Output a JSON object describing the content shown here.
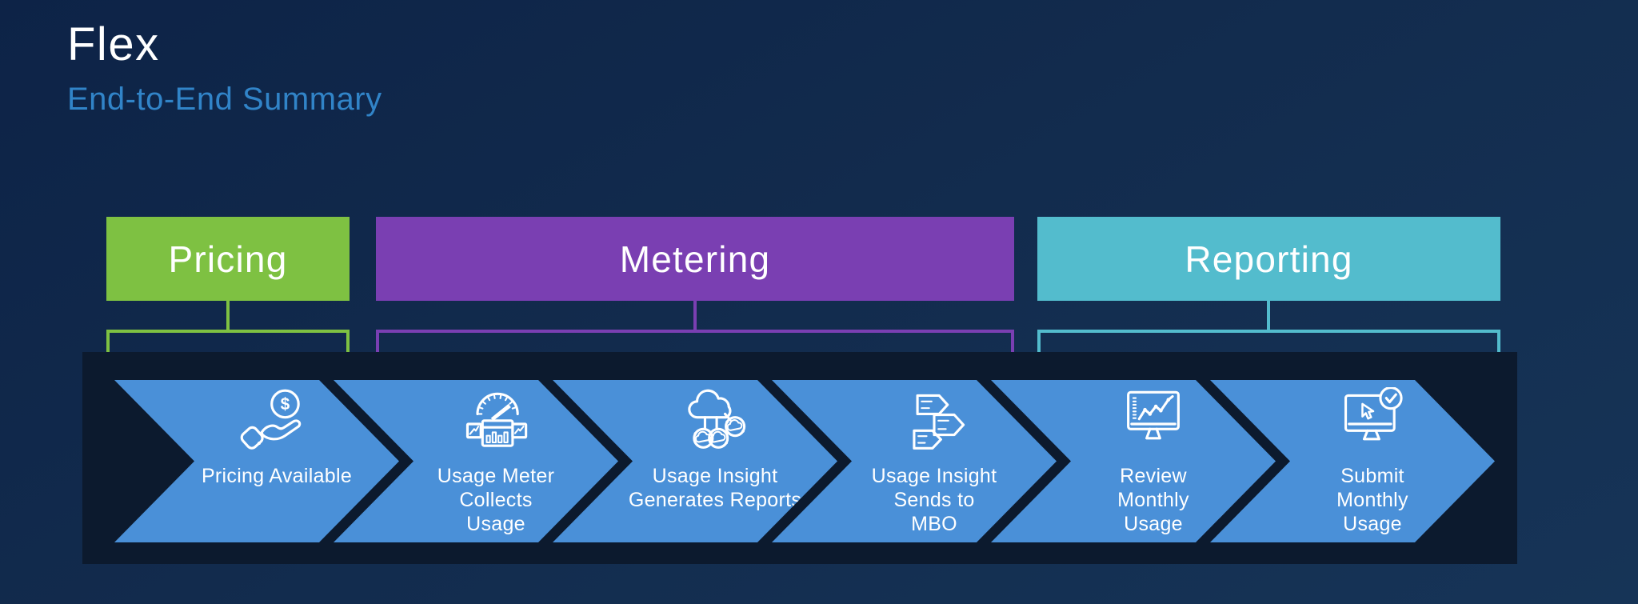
{
  "slide": {
    "title": "Flex",
    "subtitle": "End-to-End Summary"
  },
  "phases": [
    {
      "label": "Pricing",
      "color": "#7ec142"
    },
    {
      "label": "Metering",
      "color": "#7a3fb2"
    },
    {
      "label": "Reporting",
      "color": "#53bccd"
    }
  ],
  "steps": [
    {
      "label": "Pricing Available",
      "icon": "hand-coin-icon"
    },
    {
      "label": "Usage Meter\nCollects\nUsage",
      "icon": "usage-meter-icon"
    },
    {
      "label": "Usage Insight\nGenerates Reports",
      "icon": "cloud-distribution-icon"
    },
    {
      "label": "Usage Insight\nSends to\nMBO",
      "icon": "send-arrows-icon"
    },
    {
      "label": "Review\nMonthly\nUsage",
      "icon": "monitor-chart-icon"
    },
    {
      "label": "Submit\nMonthly\nUsage",
      "icon": "monitor-submit-icon"
    }
  ],
  "colors": {
    "background_top": "#0d2347",
    "background_bottom": "#163457",
    "band": "#0c1a2e",
    "step_arrow": "#4a90d8",
    "subtitle": "#3184c8",
    "title_text": "#ffffff",
    "step_text": "#ffffff"
  }
}
